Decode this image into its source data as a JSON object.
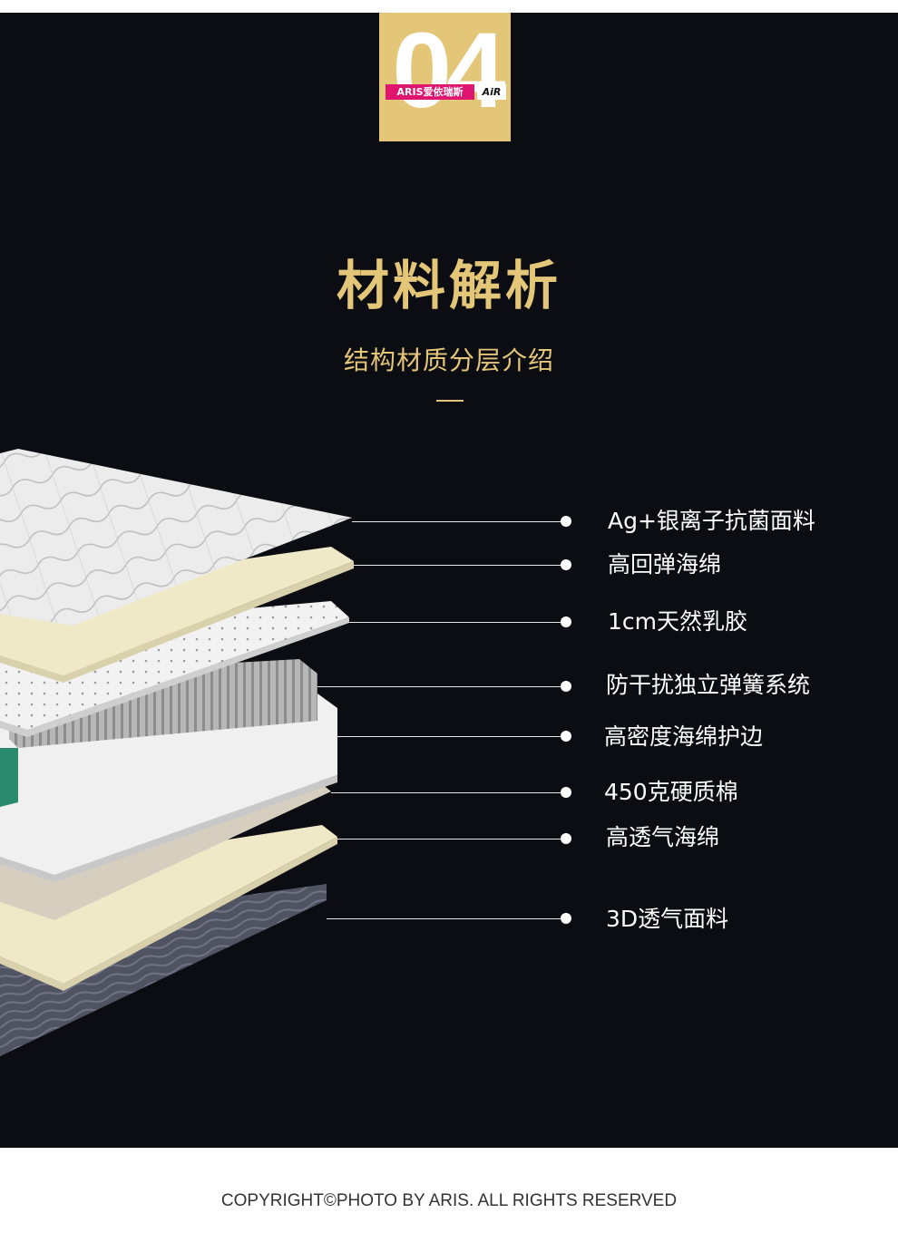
{
  "badge": {
    "number": "04",
    "brand": "ARIS爱依瑞斯",
    "brand_suffix": "AiR"
  },
  "heading": {
    "title": "材料解析",
    "subtitle": "结构材质分层介绍"
  },
  "layers": [
    {
      "label": "Ag+银离子抗菌面料"
    },
    {
      "label": "高回弹海绵"
    },
    {
      "label": "1cm天然乳胶"
    },
    {
      "label": "防干扰独立弹簧系统"
    },
    {
      "label": "高密度海绵护边"
    },
    {
      "label": "450克硬质棉"
    },
    {
      "label": "高透气海绵"
    },
    {
      "label": "3D透气面料"
    }
  ],
  "footer": {
    "copyright": "COPYRIGHT©PHOTO BY  ARIS. ALL RIGHTS RESERVED"
  },
  "colors": {
    "background": "#0b0d12",
    "accent_gold": "#e3c678",
    "brand_pink": "#e0156f",
    "text_white": "#ffffff"
  }
}
